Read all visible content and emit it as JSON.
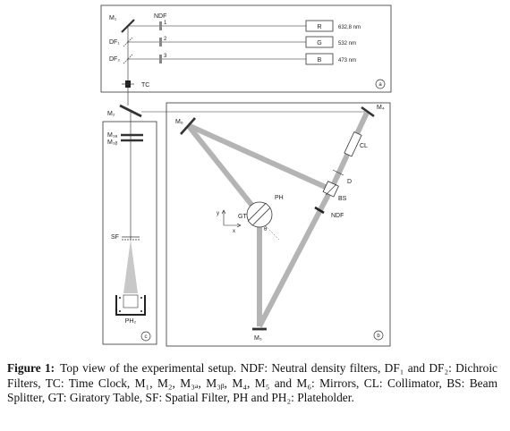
{
  "panels": {
    "a": "a",
    "b": "b",
    "c": "c"
  },
  "labels": {
    "ndf_top": "NDF",
    "m1": "M₁",
    "df1": "DF₁",
    "df2": "DF₂",
    "tc": "TC",
    "m2": "M₂",
    "m3a": "M₃ₐ",
    "m3b": "M₃ᵦ",
    "sf": "SF",
    "ph2": "PH₂",
    "m6": "M₆",
    "m4": "M₄",
    "m5": "M₅",
    "cl": "CL",
    "d": "D",
    "bs": "BS",
    "ph": "PH",
    "gt": "GT",
    "ndf_right": "NDF",
    "y_axis": "y",
    "x_axis": "x",
    "theta": "θ"
  },
  "lasers": [
    {
      "name": "R",
      "wavelength": "632,8 nm",
      "filter_index": "1"
    },
    {
      "name": "G",
      "wavelength": "532 nm",
      "filter_index": "2"
    },
    {
      "name": "B",
      "wavelength": "473 nm",
      "filter_index": "3"
    }
  ],
  "caption": {
    "title": "Figure 1:",
    "text": "Top view of the experimental setup. NDF: Neutral density filters, DF₁ and DF₂: Dichroic Filters, TC: Time Clock, M₁, M₂, M₃ₐ, M₃ᵦ, M₄, M₅ and M₆: Mirrors, CL: Collimator, BS: Beam Splitter, GT: Giratory Table, SF: Spatial Filter, PH and PH₂: Plateholder."
  }
}
